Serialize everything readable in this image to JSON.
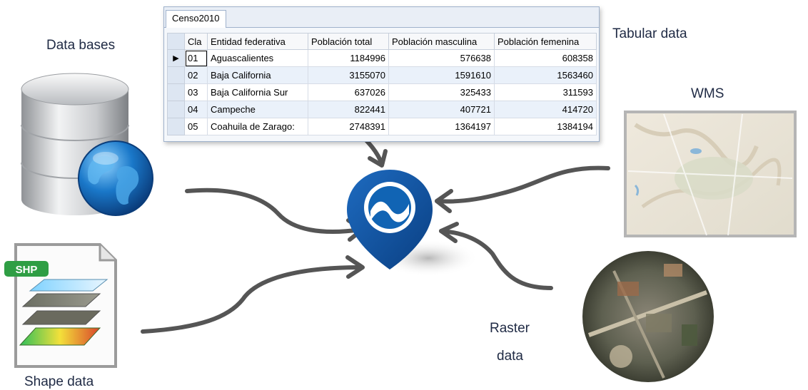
{
  "labels": {
    "data_bases": "Data bases",
    "tabular_data": "Tabular data",
    "wms": "WMS",
    "raster_line1": "Raster",
    "raster_line2": "data",
    "shape_data": "Shape data",
    "shp_badge": "SHP"
  },
  "table": {
    "tab": "Censo2010",
    "columns": [
      "Cla",
      "Entidad federativa",
      "Población total",
      "Población masculina",
      "Población femenina"
    ],
    "row_indicator": "▶",
    "rows": [
      [
        "01",
        "Aguascalientes",
        "1184996",
        "576638",
        "608358"
      ],
      [
        "02",
        "Baja California",
        "3155070",
        "1591610",
        "1563460"
      ],
      [
        "03",
        "Baja California Sur",
        "637026",
        "325433",
        "311593"
      ],
      [
        "04",
        "Campeche",
        "822441",
        "407721",
        "414720"
      ],
      [
        "05",
        "Coahuila de Zarago:",
        "2748391",
        "1364197",
        "1384194"
      ]
    ]
  },
  "colors": {
    "pin": "#0f4f9a",
    "arrow": "#555555",
    "badge": "#2f9e44"
  },
  "icons": [
    "database-icon",
    "globe-icon",
    "map-pin-logo",
    "shapefile-icon",
    "wms-map-thumbnail",
    "raster-aerial-thumbnail"
  ]
}
